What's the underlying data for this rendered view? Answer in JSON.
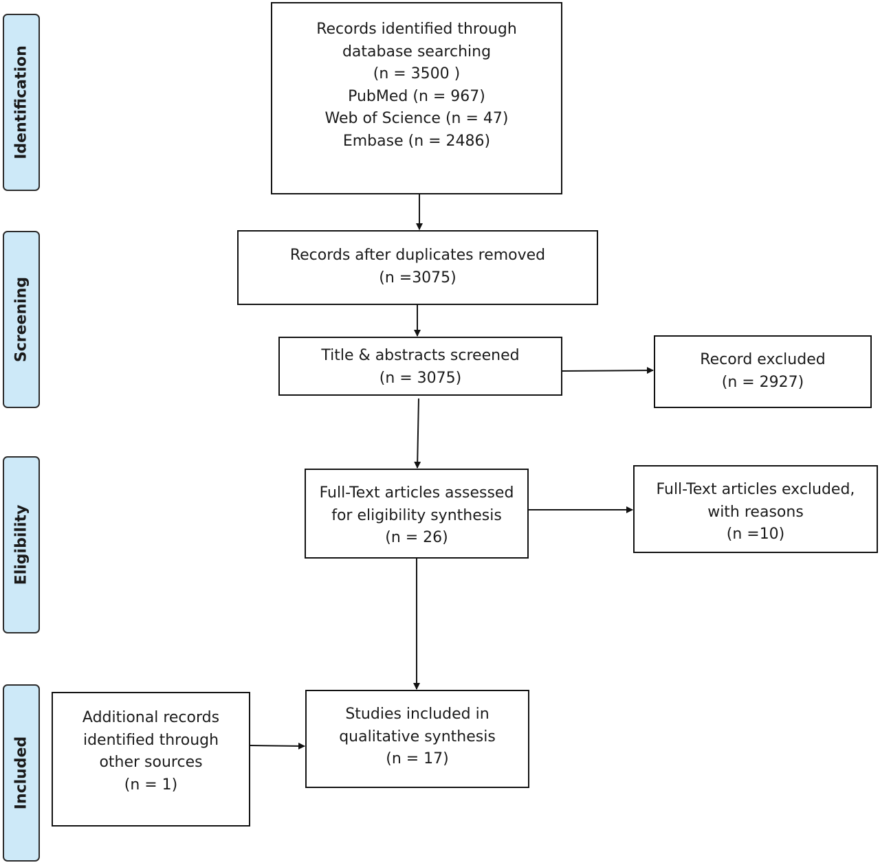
{
  "phases": {
    "identification": "Identification",
    "screening": "Screening",
    "eligibility": "Eligibility",
    "included": "Included"
  },
  "boxes": {
    "identified": [
      "Records identified through",
      "database searching",
      "(n = 3500 )",
      "PubMed (n = 967)",
      "Web of Science (n = 47)",
      "Embase (n = 2486)"
    ],
    "dedup": [
      "Records after duplicates removed",
      "(n =3075)"
    ],
    "screened": [
      "Title & abstracts screened",
      "(n = 3075)"
    ],
    "excluded": [
      "Record excluded",
      "(n = 2927)"
    ],
    "fulltext": [
      "Full-Text articles assessed",
      "for eligibility synthesis",
      "(n = 26)"
    ],
    "fulltext_excluded": [
      "Full-Text articles excluded,",
      "with reasons",
      "(n =10)"
    ],
    "additional": [
      "Additional records",
      "identified through",
      "other sources",
      "(n = 1)"
    ],
    "included": [
      "Studies included in",
      "qualitative synthesis",
      "(n = 17)"
    ]
  },
  "colors": {
    "phase_fill": "#cde9f8",
    "stroke": "#111111"
  }
}
